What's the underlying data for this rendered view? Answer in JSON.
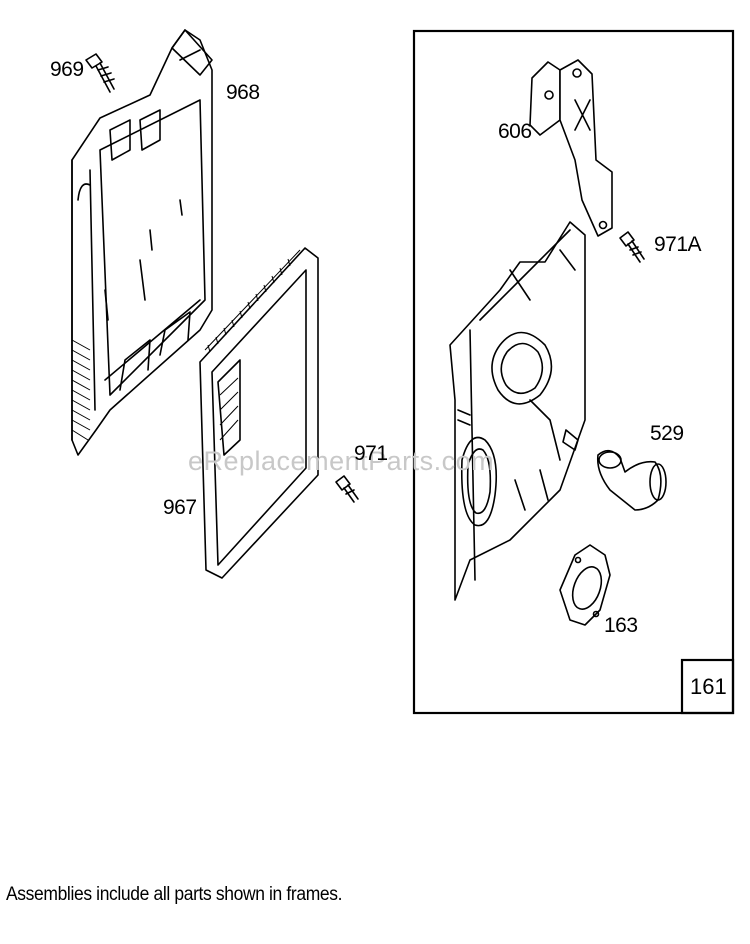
{
  "diagram": {
    "labels": {
      "p969": "969",
      "p968": "968",
      "p967": "967",
      "p971": "971",
      "p606": "606",
      "p971a": "971A",
      "p529": "529",
      "p163": "163"
    },
    "frame_number": "161",
    "watermark": "eReplacementParts.com"
  },
  "footer": {
    "note": "Assemblies include all parts shown in frames."
  }
}
